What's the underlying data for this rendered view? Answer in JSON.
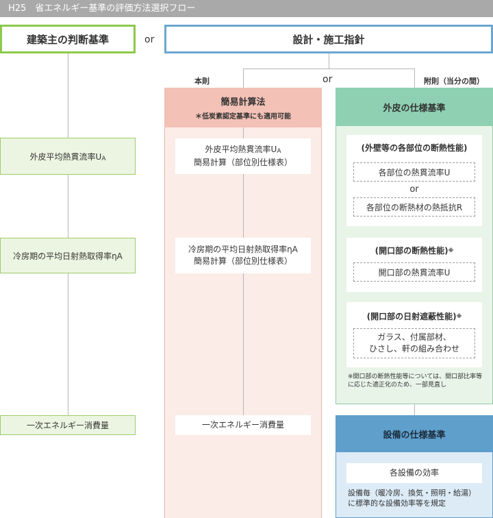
{
  "header": {
    "title": "H25　省エネルギー基準の評価方法選択フロー"
  },
  "or_labels": {
    "top": "or",
    "middle": "or",
    "wall": "or"
  },
  "owner": {
    "title": "建築主の判断基準",
    "items": {
      "ua": "外皮平均熱貫流率U",
      "ua_sub": "A",
      "eta": "冷房期の平均日射熱取得率ηA",
      "energy": "一次エネルギー消費量"
    }
  },
  "guideline": {
    "title": "設計・施工指針",
    "branch_left": "本則",
    "branch_right": "附則（当分の間）"
  },
  "simple_method": {
    "title": "簡易計算法",
    "note": "＊低炭素認定基準にも適用可能",
    "ua_line1": "外皮平均熱貫流率U",
    "ua_sub": "A",
    "ua_line2": "簡易計算（部位別仕様表）",
    "eta_line1": "冷房期の平均日射熱取得率ηA",
    "eta_line2": "簡易計算（部位別仕様表）",
    "energy": "一次エネルギー消費量"
  },
  "envelope": {
    "title": "外皮の仕様基準",
    "wall_title": "(外壁等の各部位の断熱性能)",
    "wall_opt1": "各部位の熱貫流率U",
    "wall_opt2": "各部位の断熱材の熱抵抗R",
    "opening_title": "(開口部の断熱性能)",
    "opening_mark": "※",
    "opening_item": "開口部の熱貫流率U",
    "solar_title": "(開口部の日射遮蔽性能)",
    "solar_mark": "※",
    "solar_line1": "ガラス、付属部材、",
    "solar_line2": "ひさし、軒の組み合わせ",
    "footnote": "※開口部の断熱性能等については、開口部比率等に応じた適正化のため、一部見直し"
  },
  "equipment": {
    "title": "設備の仕様基準",
    "item": "各設備の効率",
    "note": "設備毎（暖冷房、換気・照明・給湯）に標準的な設備効率等を規定"
  },
  "colors": {
    "owner_green": "#8bc94d",
    "guideline_blue": "#6aa7cf",
    "simple_pink": "#f3c1b6",
    "envelope_green": "#8fd0b3",
    "equipment_blue": "#5f9fcc"
  }
}
